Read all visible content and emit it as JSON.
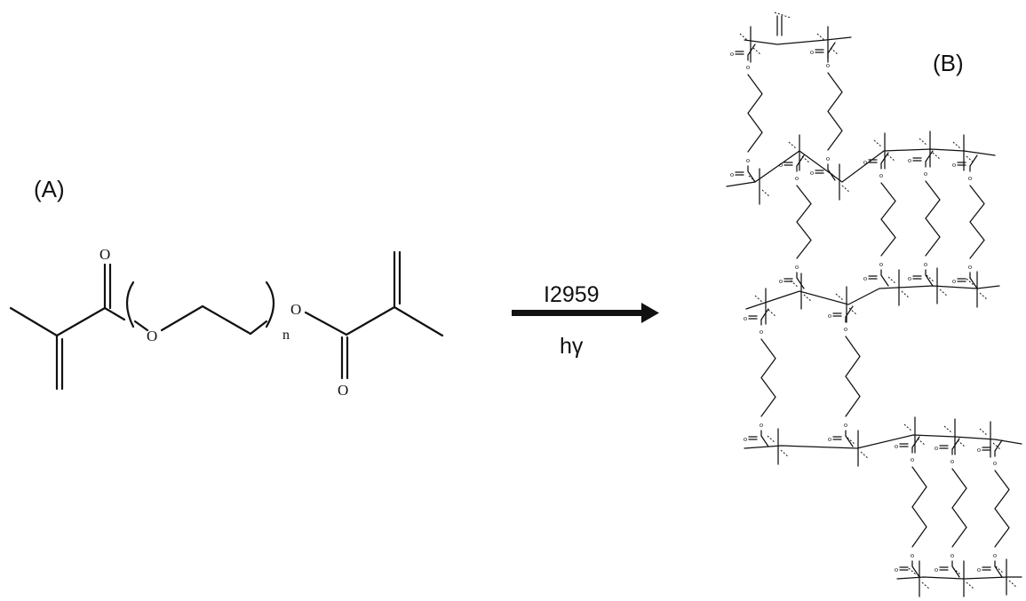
{
  "panel_a": {
    "label": "(A)",
    "oxygen_top": "O",
    "oxygen_ether": "O",
    "oxygen_right": "O",
    "oxygen_bottom": "O",
    "subscript": "n"
  },
  "arrow": {
    "above": "I2959",
    "below": "hγ"
  },
  "panel_b": {
    "label": "(B)",
    "atom_o": "o"
  }
}
